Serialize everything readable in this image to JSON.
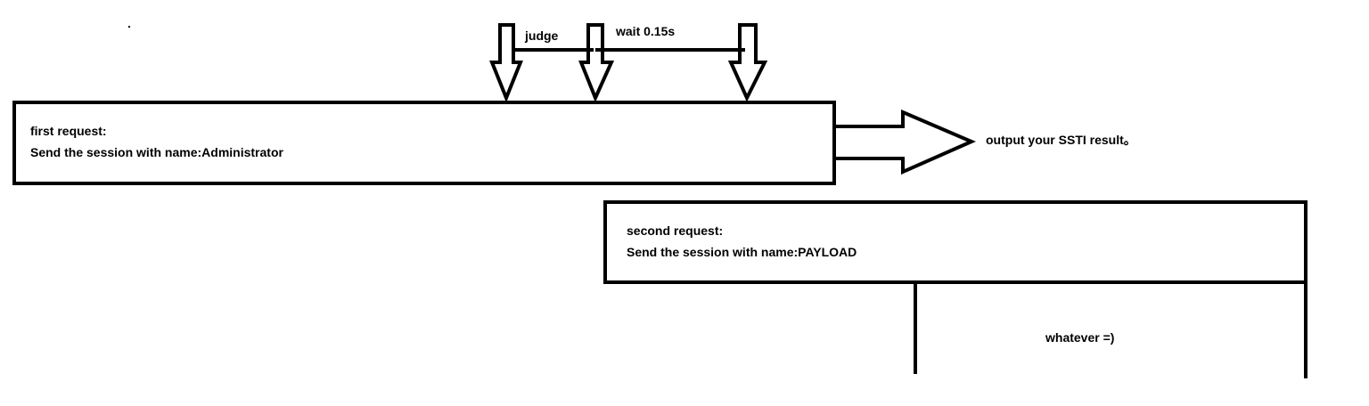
{
  "diagram": {
    "first_box": {
      "line1": "first request:",
      "line2": "Send the session with name:Administrator"
    },
    "second_box": {
      "line1": "second request:",
      "line2": "Send the session with name:PAYLOAD"
    },
    "labels": {
      "judge": "judge",
      "wait": "wait 0.15s",
      "output": "output your SSTI result。",
      "whatever": "whatever =)"
    },
    "colors": {
      "stroke": "#000000",
      "background": "#ffffff"
    }
  }
}
